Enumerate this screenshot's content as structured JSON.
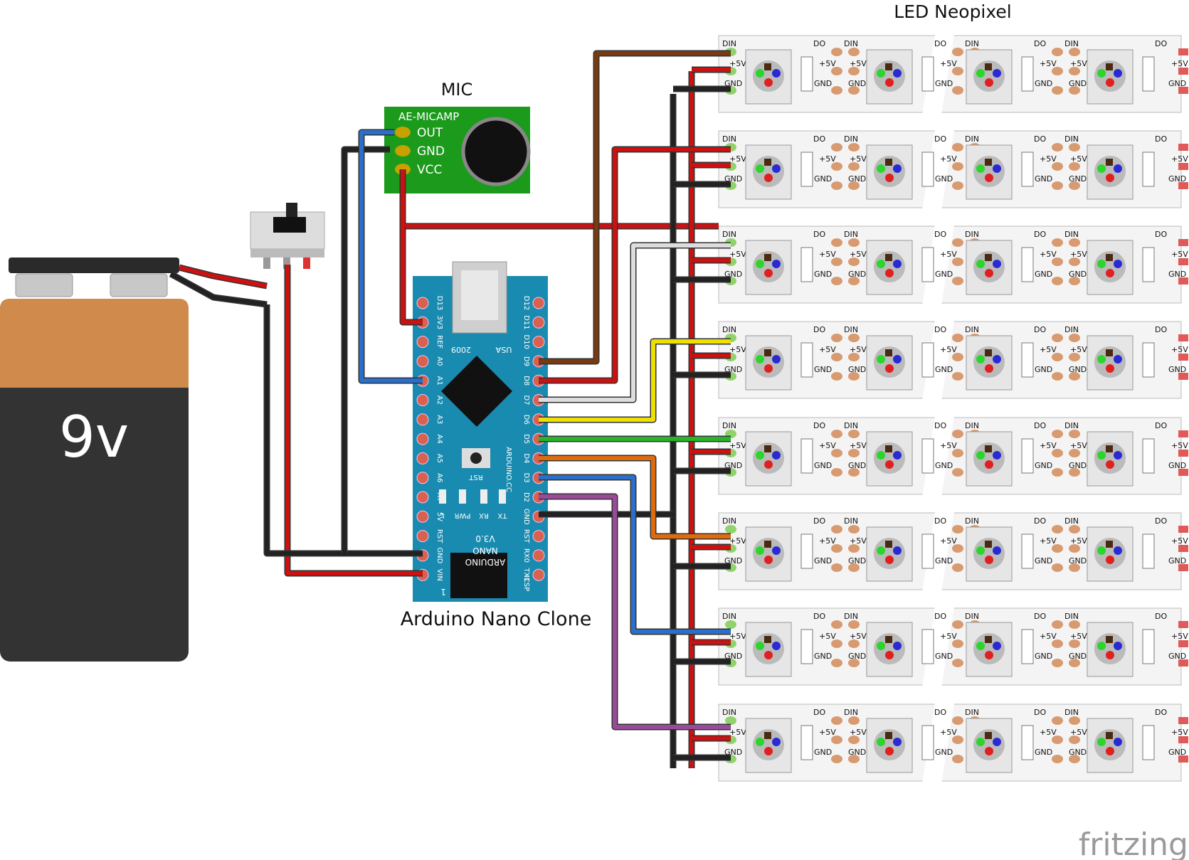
{
  "titles": {
    "led": "LED Neopixel",
    "mic": "MIC",
    "arduino": "Arduino Nano Clone",
    "watermark": "fritzing"
  },
  "battery": {
    "label": "9v"
  },
  "mic": {
    "board": "AE-MICAMP",
    "pins": [
      "OUT",
      "GND",
      "VCC"
    ]
  },
  "arduino": {
    "left_pins": [
      "D13",
      "3V3",
      "REF",
      "A0",
      "A1",
      "A2",
      "A3",
      "A4",
      "A5",
      "A6",
      "A7",
      "5V",
      "RST",
      "GND",
      "VIN"
    ],
    "right_pins": [
      "D12",
      "D11",
      "D10",
      "D9",
      "D8",
      "D7",
      "D6",
      "D5",
      "D4",
      "D3",
      "D2",
      "GND",
      "RST",
      "RX0",
      "TX1"
    ],
    "year": "2009",
    "usa": "USA",
    "site": "ARDUINO.CC",
    "model": "NANO",
    "version": "V3.0",
    "brand": "ARDUINO",
    "rst": "RST",
    "leds": [
      "L",
      "PWR",
      "RX",
      "TX"
    ],
    "icsp": "ICSP",
    "one": "1"
  },
  "strip": {
    "din": "DIN",
    "do": "DO",
    "v5": "+5V",
    "gnd": "GND"
  },
  "wire_colors": {
    "red": "#cc1111",
    "black": "#222222",
    "blue": "#2a6fc9",
    "brown": "#7a3a10",
    "white": "#dddddd",
    "yellow": "#f0e000",
    "green": "#28b428",
    "orange": "#e06a0e",
    "purple": "#9a4a9a"
  },
  "colors": {
    "battery_top": "#d08b4c",
    "battery_body": "#333333",
    "mic_board": "#1c9a1c",
    "arduino_board": "#1a8bb0",
    "strip": "#f4f4f4",
    "pad": "#d89a70"
  }
}
